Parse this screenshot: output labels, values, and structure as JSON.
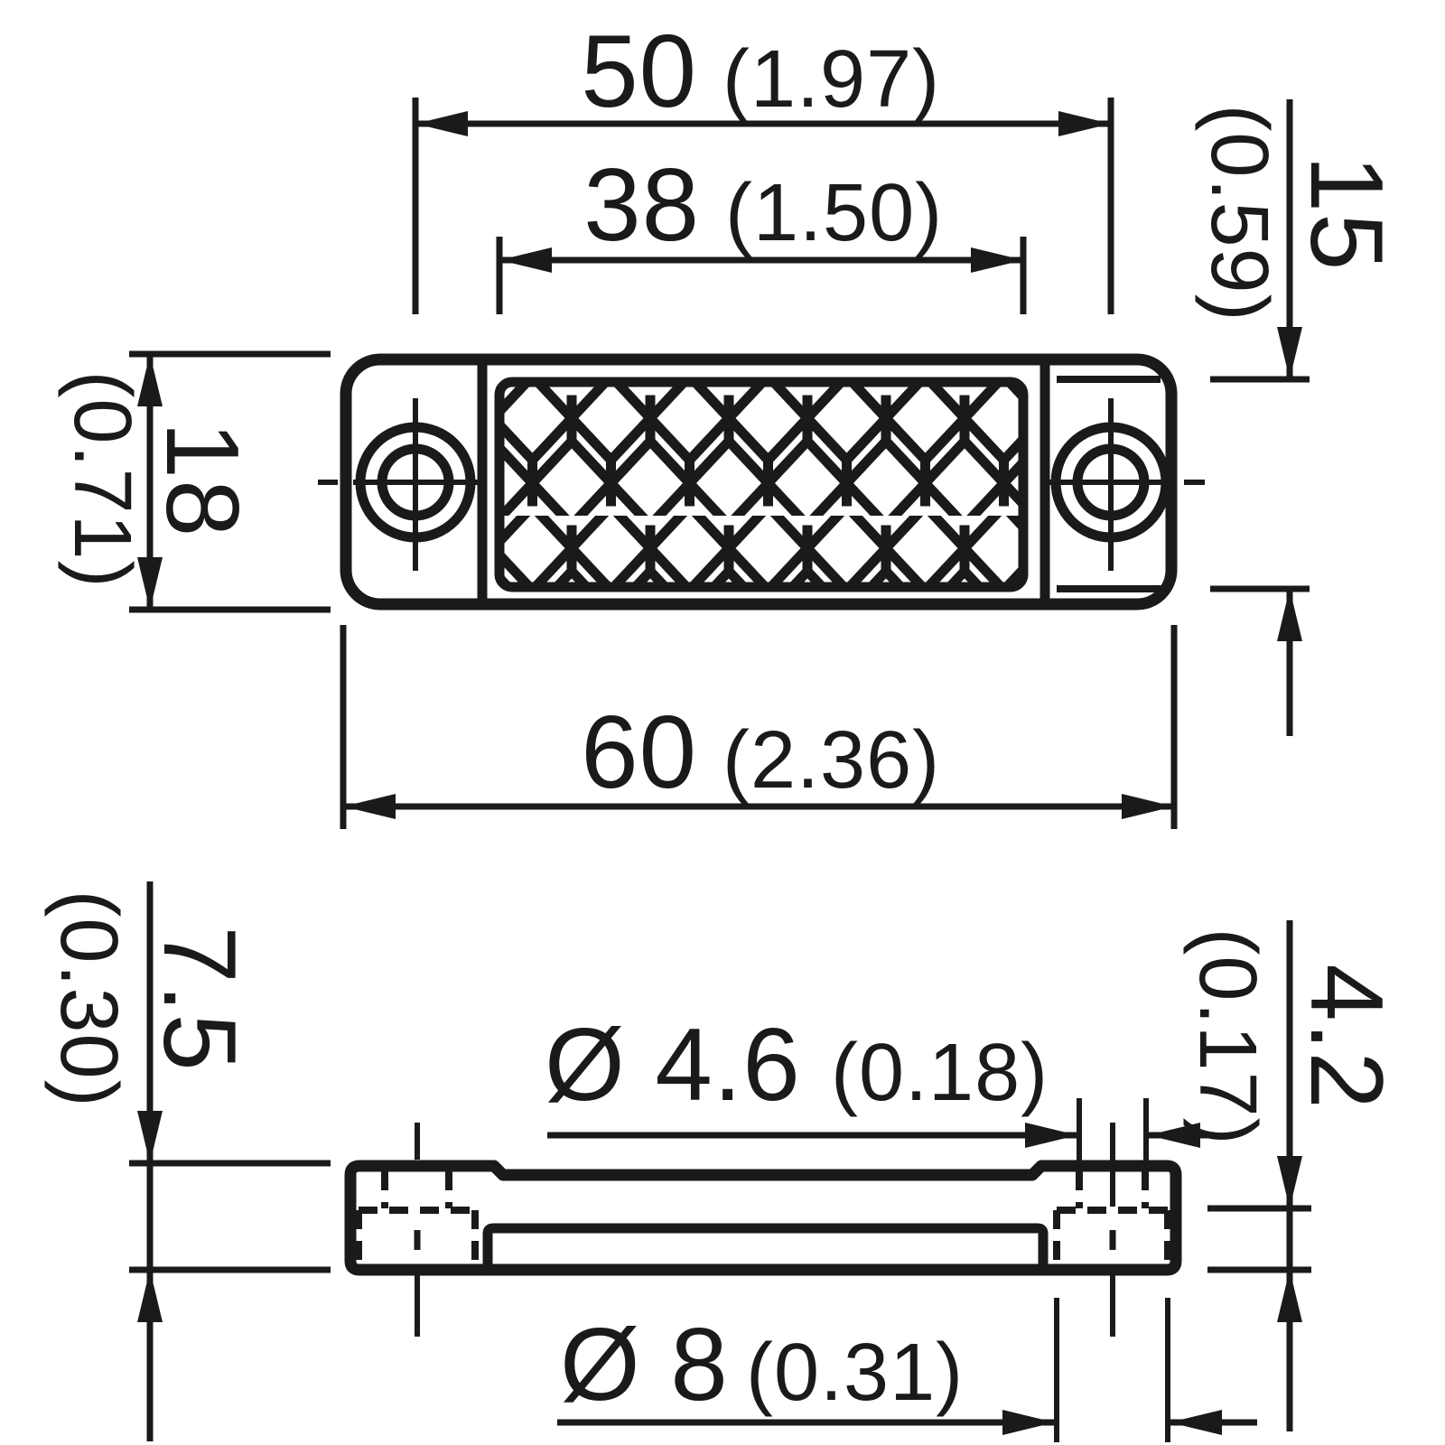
{
  "drawing": {
    "type": "technical-dimension-drawing",
    "views": [
      "top-view",
      "side-view"
    ],
    "ink_color": "#1a1a1a",
    "background_color": "#ffffff"
  },
  "dimensions": {
    "hole_spacing": {
      "mm": "50",
      "inch": "(1.97)"
    },
    "reflector_width": {
      "mm": "38",
      "inch": "(1.50)"
    },
    "height_right": {
      "mm": "15",
      "inch": "(0.59)"
    },
    "height_left": {
      "mm": "18",
      "inch": "(0.71)"
    },
    "overall_width": {
      "mm": "60",
      "inch": "(2.36)"
    },
    "thickness": {
      "mm": "7.5",
      "inch": "(0.30)"
    },
    "step_thickness": {
      "mm": "4.2",
      "inch": "(0.17)"
    },
    "hole_diameter": {
      "mm": "Ø 4.6",
      "inch": "(0.18)"
    },
    "counterbore_diameter": {
      "mm": "Ø 8",
      "inch": "(0.31)"
    }
  }
}
